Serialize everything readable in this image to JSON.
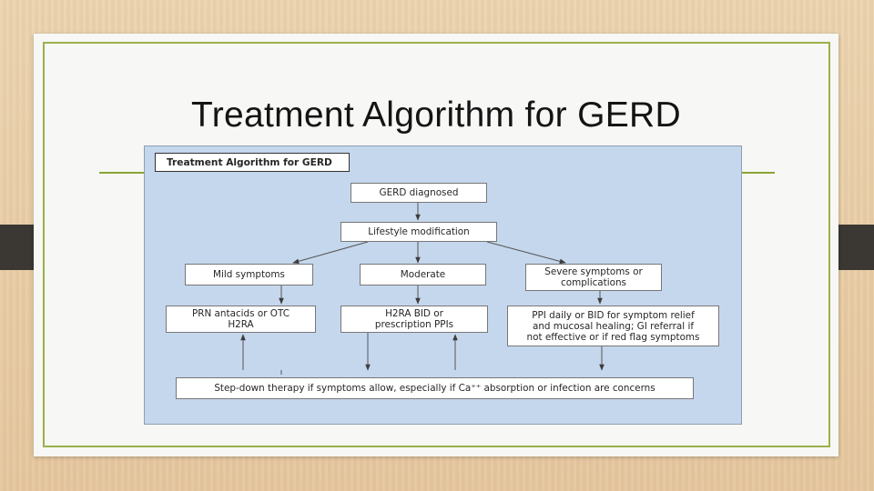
{
  "slide": {
    "title": "Treatment Algorithm for GERD"
  },
  "diagram": {
    "header": "Treatment Algorithm for GERD",
    "nodes": {
      "diagnosed": "GERD diagnosed",
      "lifestyle": "Lifestyle modification",
      "mild": "Mild symptoms",
      "moderate": "Moderate",
      "severe_l1": "Severe symptoms or",
      "severe_l2": "complications",
      "prn_l1": "PRN antacids or OTC",
      "prn_l2": "H2RA",
      "h2ra_l1": "H2RA BID or",
      "h2ra_l2": "prescription PPIs",
      "ppi_l1": "PPI daily or BID for symptom relief",
      "ppi_l2": "and mucosal healing; GI referral if",
      "ppi_l3": "not effective or if red flag symptoms",
      "stepdown": "Step-down therapy if symptoms allow, especially if Ca⁺⁺ absorption or infection are concerns"
    }
  },
  "colors": {
    "panel": "#c5d7ed",
    "frame": "#9ab04a",
    "background": "#e9cda6",
    "tabs": "#3b3733"
  }
}
